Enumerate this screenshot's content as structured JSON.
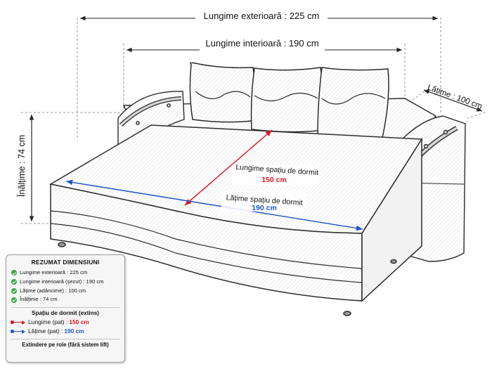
{
  "dimensions": {
    "outer_length": "Lungime exterioară : 225 cm",
    "inner_length": "Lungime interioară : 190 cm",
    "width": "Lățime : 100 cm",
    "height": "Înălțime : 74 cm",
    "sleep_length_label": "Lungime spațiu de dormit",
    "sleep_length_value": "150 cm",
    "sleep_width_label": "Lățime spațiu de dormit",
    "sleep_width_value": "190 cm"
  },
  "summary": {
    "title": "REZUMAT DIMENSIUNI",
    "items": [
      "Lungime exterioară : 225 cm",
      "Lungime interioară (șezut) : 190 cm",
      "Lățime (adâncime) : 100 cm",
      "Înălțime : 74 cm"
    ],
    "sleep_title": "Spațiu de dormit (extins)",
    "legend": [
      {
        "label": "Lungime (pat) : ",
        "value": "150 cm",
        "color": "#d71920"
      },
      {
        "label": "Lățime (pat)  : ",
        "value": "190 cm",
        "color": "#1f55c8"
      }
    ],
    "note": "Extindere pe role (fără sistem lift)"
  },
  "colors": {
    "red": "#d71920",
    "blue": "#1f55c8",
    "check": "#38a83d",
    "outline": "#2b2b2b"
  }
}
